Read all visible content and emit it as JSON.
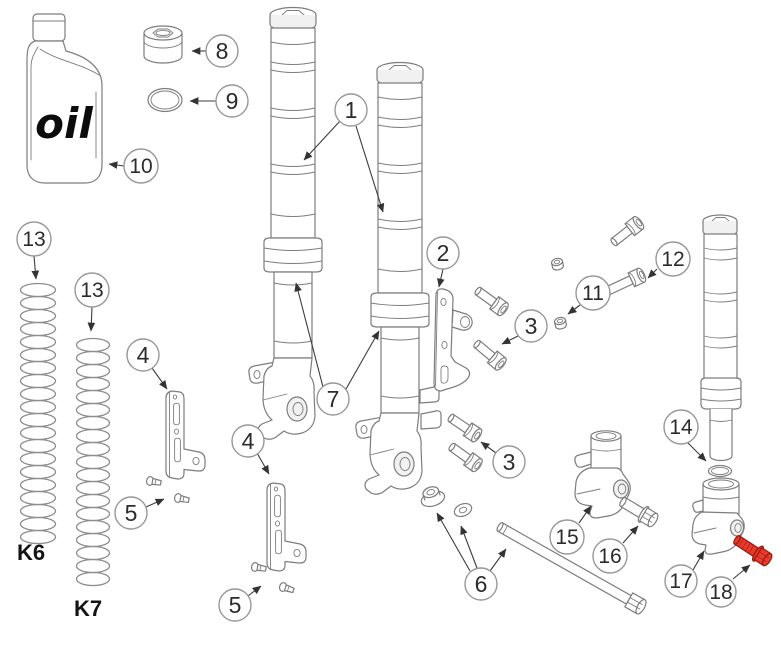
{
  "diagram": {
    "type": "exploded-parts-diagram",
    "subject": "front fork suspension assembly",
    "labels": {
      "oil": "oil",
      "spring_left": "K6",
      "spring_right": "K7"
    },
    "colors": {
      "background": "#ffffff",
      "linework": "#7d7d7d",
      "leader": "#3c3c3c",
      "callout_text": "#2b2b2b",
      "highlight_red": "#e93a2b"
    },
    "callouts": {
      "c1": "1",
      "c2": "2",
      "c3": "3",
      "c4": "4",
      "c5": "5",
      "c6": "6",
      "c7": "7",
      "c8": "8",
      "c9": "9",
      "c10": "10",
      "c11": "11",
      "c12": "12",
      "c13": "13",
      "c14": "14",
      "c15": "15",
      "c16": "16",
      "c17": "17",
      "c18": "18"
    }
  }
}
